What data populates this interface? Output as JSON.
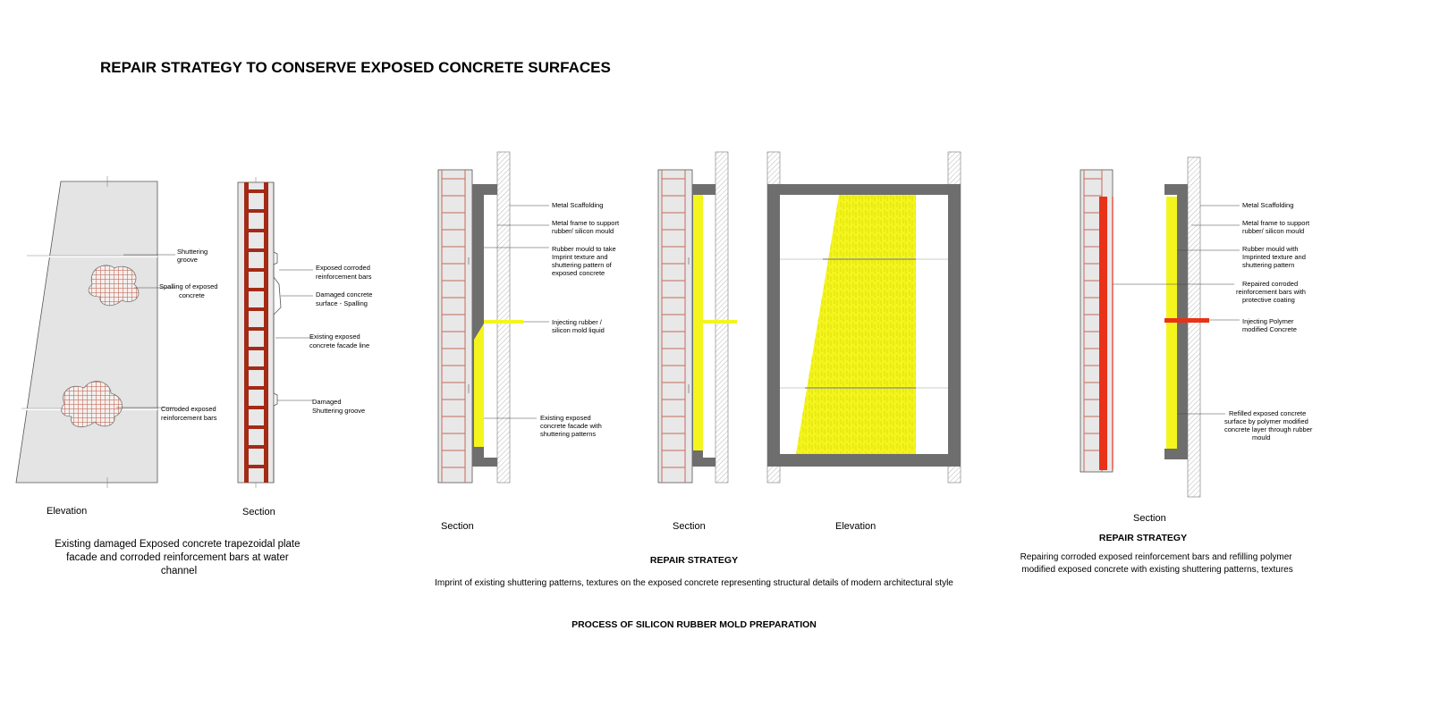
{
  "title": "REPAIR STRATEGY TO CONSERVE EXPOSED CONCRETE SURFACES",
  "panel1": {
    "labels": {
      "shuttering_groove": [
        "Shuttering",
        "groove"
      ],
      "spalling": [
        "Spalling of exposed",
        "concrete"
      ],
      "corroded_bars": [
        "Corroded exposed",
        "reinforcement bars"
      ],
      "exposed_corroded": [
        "Exposed corroded",
        "reinforcement bars"
      ],
      "damaged_surface": [
        "Damaged concrete",
        "surface - Spalling"
      ],
      "existing_line": [
        "Existing exposed",
        "concrete facade line"
      ],
      "damaged_groove": [
        "Damaged",
        "Shuttering groove"
      ]
    },
    "view_elevation": "Elevation",
    "view_section": "Section",
    "caption": [
      "Existing damaged Exposed concrete trapezoidal plate",
      "facade and corroded reinforcement bars at water",
      "channel"
    ]
  },
  "panel2": {
    "labels": {
      "scaffolding": [
        "Metal Scaffolding"
      ],
      "metal_frame": [
        "Metal frame to support",
        "rubber/ silicon mould"
      ],
      "rubber_mould": [
        "Rubber mould to take",
        "Imprint texture and",
        "shuttering pattern of",
        "exposed concrete"
      ],
      "injecting": [
        "Injecting rubber /",
        "silicon mold liquid"
      ],
      "existing_facade": [
        "Existing exposed",
        "concrete facade with",
        "shuttering patterns"
      ]
    },
    "view_section_1": "Section",
    "view_section_2": "Section",
    "view_elevation": "Elevation",
    "heading": "REPAIR STRATEGY",
    "description": "Imprint of existing shuttering patterns, textures on the exposed concrete representing structural details of modern architectural style",
    "process_title": "PROCESS OF SILICON RUBBER MOLD PREPARATION"
  },
  "panel3": {
    "labels": {
      "scaffolding": [
        "Metal Scaffolding"
      ],
      "metal_frame": [
        "Metal frame to support",
        "rubber/ silicon mould"
      ],
      "rubber_mould": [
        "Rubber mould with",
        "Imprinted texture and",
        "shuttering pattern"
      ],
      "repaired_bars": [
        "Repaired corroded",
        "reinforcement bars with",
        "protective coating"
      ],
      "injecting_polymer": [
        "Injecting Polymer",
        "modified Concrete"
      ],
      "refilled": [
        "Refilled exposed concrete",
        "surface by polymer modified",
        "concrete layer through rubber",
        "mould"
      ]
    },
    "view_section": "Section",
    "heading": "REPAIR STRATEGY",
    "description": [
      "Repairing corroded exposed reinforcement bars and refilling polymer",
      "modified exposed concrete with existing shuttering patterns, textures"
    ]
  },
  "colors": {
    "concrete": "#e4e4e4",
    "rebar": "#a32a16",
    "frame_grey": "#6e6e6e",
    "mould_yellow": "#f5f51e",
    "repair_red": "#e8321a",
    "line": "#333333"
  }
}
